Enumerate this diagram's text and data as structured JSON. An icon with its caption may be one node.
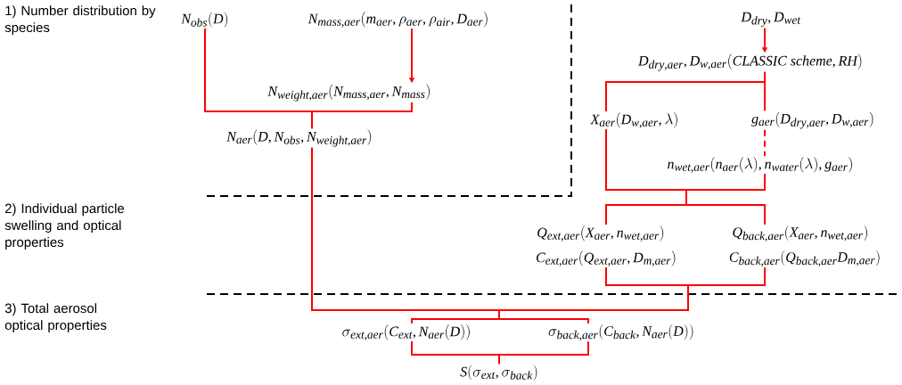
{
  "diagram": {
    "nodes": [
      {
        "text": [
          "N_{obs}(D)"
        ]
      },
      {
        "text": [
          "N_{mass,aer}(m_{aer},\\rho_{aer},\\rho_{air},D_{aer})"
        ]
      },
      {
        "text": [
          "N_{weight,aer}(N_{mass,aer},N_{mass})"
        ]
      },
      {
        "text": [
          "N_{aer}(D,N_{obs},N_{weight,aer})"
        ]
      },
      {
        "text": [
          "D_{dry},D_{wet}"
        ]
      },
      {
        "text": [
          "D_{dry,aer},D_{w,aer}(CLASSIC\\ scheme,RH)"
        ]
      },
      {
        "text": [
          "X_{aer}(D_{w,aer},\\lambda)"
        ]
      },
      {
        "text": [
          "g_{aer}(D_{dry,aer},D_{w,aer})"
        ]
      },
      {
        "text": [
          "n_{wet,aer}(n_{aer}(\\lambda),n_{water}(\\lambda),g_{aer})"
        ]
      },
      {
        "text": [
          "Q_{ext,aer}(X_{aer},n_{wet,aer})"
        ]
      },
      {
        "text": [
          "Q_{back,aer}(X_{aer},n_{wet,aer})"
        ]
      },
      {
        "text": [
          "C_{ext,aer}(Q_{ext,aer},D_{m,aer})"
        ]
      },
      {
        "text": [
          "C_{back,aer}(Q_{back,aer}D_{m,aer})"
        ]
      },
      {
        "text": [
          "\\sigma_{ext,aer}(C_{ext},N_{aer}(D))"
        ]
      },
      {
        "text": [
          "\\sigma_{back,aer}(C_{back},N_{aer}(D))"
        ]
      },
      {
        "text": [
          "S(\\sigma_{ext},\\sigma_{back})"
        ]
      }
    ],
    "edges": [
      {
        "from": 0,
        "to": 3,
        "arrow": "none"
      },
      {
        "from": 2,
        "to": 3,
        "arrow": "none"
      },
      {
        "from": 1,
        "to": 2,
        "arrow": "to"
      },
      {
        "from": 4,
        "to": 5,
        "arrow": "to"
      },
      {
        "from": 5,
        "to": 6,
        "arrow": "none"
      },
      {
        "from": 5,
        "to": 7,
        "arrow": "none"
      },
      {
        "from": 7,
        "to": 8,
        "arrow": "none",
        "style": "dashed"
      },
      {
        "from": 6,
        "to": 9,
        "arrow": "none"
      },
      {
        "from": 6,
        "to": 10,
        "arrow": "none"
      },
      {
        "from": 8,
        "to": 9,
        "arrow": "none"
      },
      {
        "from": 8,
        "to": 10,
        "arrow": "none"
      },
      {
        "from": 3,
        "to": 13,
        "arrow": "none"
      },
      {
        "from": 3,
        "to": 14,
        "arrow": "none"
      },
      {
        "from": 11,
        "to": 13,
        "arrow": "none"
      },
      {
        "from": 11,
        "to": 14,
        "arrow": "none"
      },
      {
        "from": 12,
        "to": 13,
        "arrow": "none"
      },
      {
        "from": 12,
        "to": 14,
        "arrow": "none"
      },
      {
        "from": 13,
        "to": 15,
        "arrow": "none"
      },
      {
        "from": 14,
        "to": 15,
        "arrow": "none"
      }
    ],
    "labels": [
      "1) Number distribution by species",
      "2) Individual particle swelling and optical properties",
      "3) Total aerosol optical properties"
    ]
  }
}
